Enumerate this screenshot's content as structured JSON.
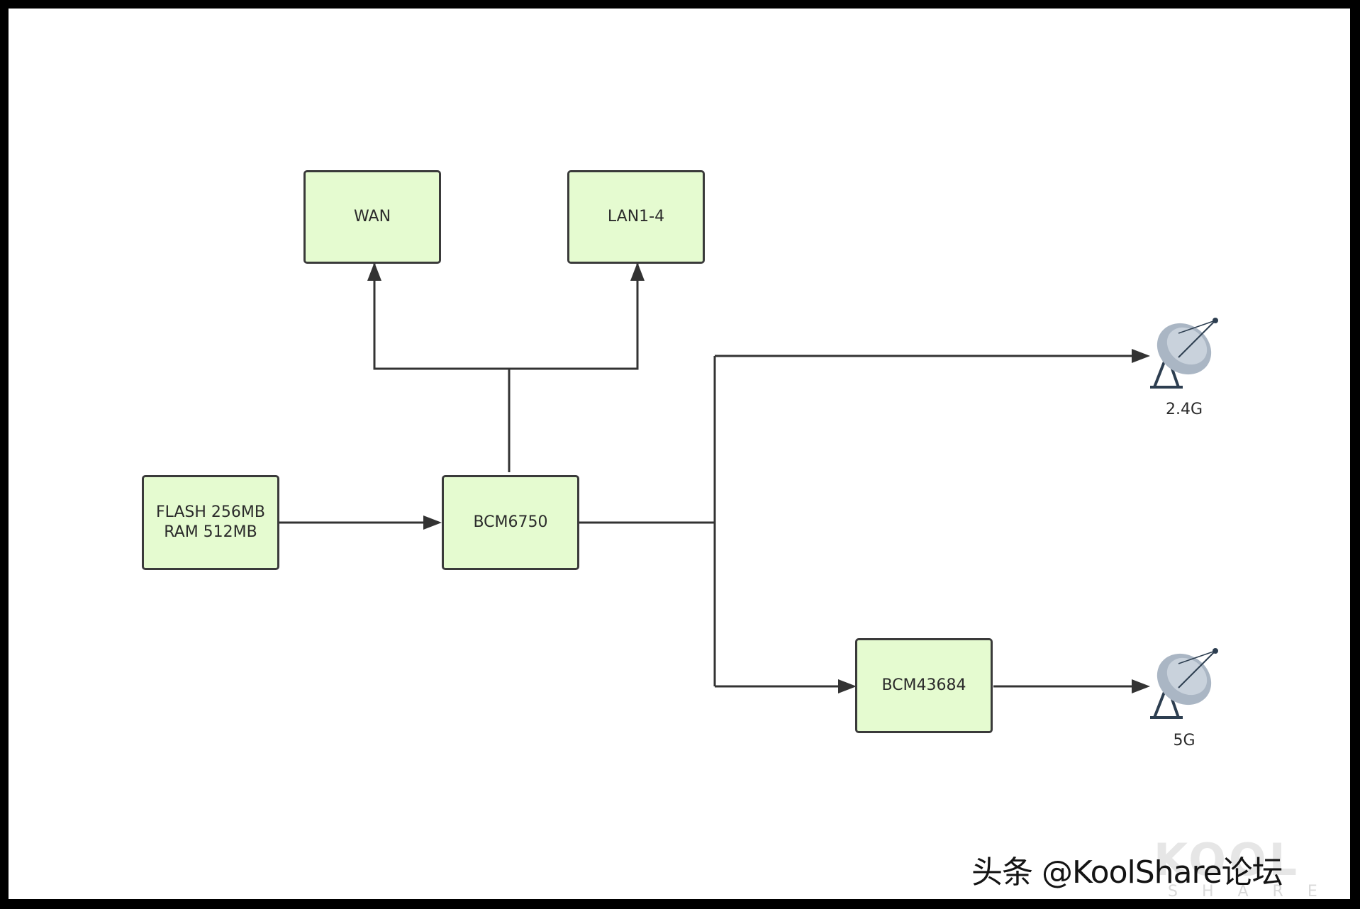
{
  "diagram": {
    "nodes": {
      "wan": "WAN",
      "lan": "LAN1-4",
      "memory": "FLASH 256MB\nRAM 512MB",
      "soc": "BCM6750",
      "radio5": "BCM43684"
    },
    "antennas": {
      "band24": "2.4G",
      "band5": "5G"
    },
    "colors": {
      "node_fill": "#e5fbd0",
      "node_border": "#3a3a3a",
      "line": "#333333"
    }
  },
  "watermark": {
    "text": "头条 @KoolShare论坛",
    "logo_text": "KOOLSHARE"
  }
}
